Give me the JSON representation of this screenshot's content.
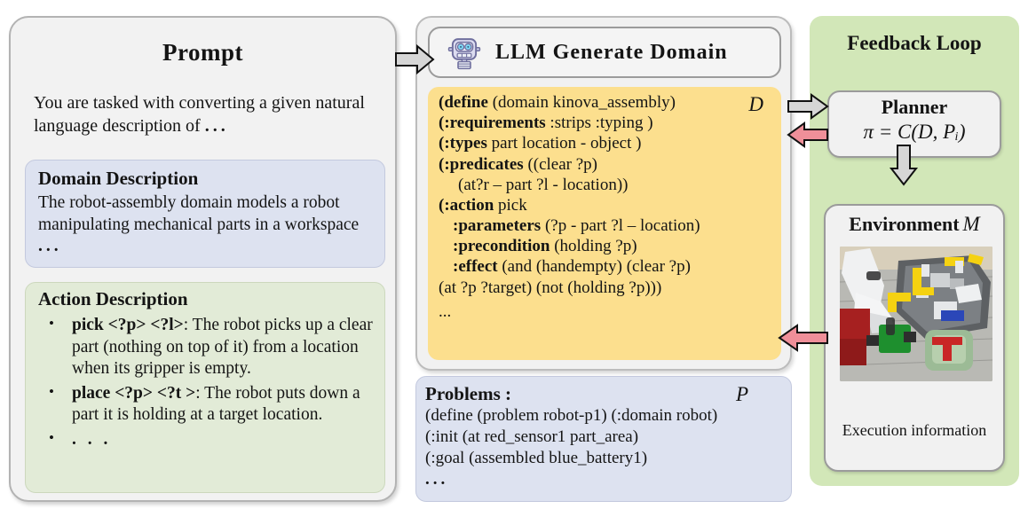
{
  "prompt": {
    "title": "Prompt",
    "intro": "You are tasked with converting a given natural language description of ",
    "intro_dots": "...",
    "domain_description": {
      "title": "Domain Description",
      "text": "The robot-assembly domain models a robot manipulating mechanical parts in a workspace ",
      "dots": "..."
    },
    "action_description": {
      "title": "Action Description",
      "items": [
        {
          "bullet": "•",
          "name": "pick <?p> <?l>",
          "text": ":  The robot picks up a clear part (nothing on top of it) from a location when its gripper is empty."
        },
        {
          "bullet": "•",
          "name": "place <?p> <?t >",
          "text": ":  The robot puts down a part it is holding at a target location."
        },
        {
          "bullet": "•",
          "name": "",
          "text": ". . ."
        }
      ]
    }
  },
  "llm": {
    "header_label": "LLM  Generate  Domain",
    "icon": "robot-icon",
    "domain_symbol": "D",
    "pddl_lines": [
      {
        "bold": "(define",
        "rest": " (domain kinova_assembly)",
        "indent": 0
      },
      {
        "bold": "(:requirements",
        "rest": " :strips :typing )",
        "indent": 0
      },
      {
        "bold": "(:types",
        "rest": " part location - object )",
        "indent": 0
      },
      {
        "bold": "(:predicates",
        "rest": "  ((clear ?p)",
        "indent": 0
      },
      {
        "bold": "",
        "rest": "(at?r – part ?l - location))",
        "indent": 2
      },
      {
        "bold": "(:action",
        "rest": " pick",
        "indent": 0
      },
      {
        "bold": ":parameters",
        "rest": " (?p - part ?l – location)",
        "indent": 1
      },
      {
        "bold": ":precondition",
        "rest": " (holding ?p)",
        "indent": 1
      },
      {
        "bold": ":effect",
        "rest": " (and (handempty) (clear ?p)",
        "indent": 1
      },
      {
        "bold": "",
        "rest": "(at ?p ?target) (not (holding ?p)))",
        "indent": 0
      },
      {
        "bold": "",
        "rest": "...",
        "indent": 0
      }
    ]
  },
  "problems": {
    "title": "Problems :",
    "symbol": "P",
    "lines": [
      " (define (problem robot-p1) (:domain robot)",
      " (:init    (at red_sensor1 part_area)",
      "(:goal  (assembled blue_battery1)",
      "..."
    ]
  },
  "feedback": {
    "title": "Feedback Loop",
    "planner": {
      "label": "Planner",
      "formula": "π = C(D, Pᵢ)"
    },
    "environment": {
      "label": "Environment",
      "symbol": "M",
      "photo_alt": "robot-arm-assembly-photo",
      "caption": "Execution information"
    }
  },
  "arrows": {
    "prompt_to_llm": "arrow-right-gray",
    "llm_to_planner": "arrow-right-gray",
    "planner_to_llm": "arrow-left-pink",
    "planner_to_env": "arrow-down-gray",
    "env_to_llm": "arrow-left-pink"
  },
  "colors": {
    "panel_gray": "#f1f1f1",
    "pddl_yellow": "#fcdf8e",
    "problem_blue": "#dde2f0",
    "action_green": "#e2ebd7",
    "feedback_green": "#d2e7b8",
    "arrow_gray": "#d6d6d6",
    "arrow_pink": "#ef8f99"
  }
}
